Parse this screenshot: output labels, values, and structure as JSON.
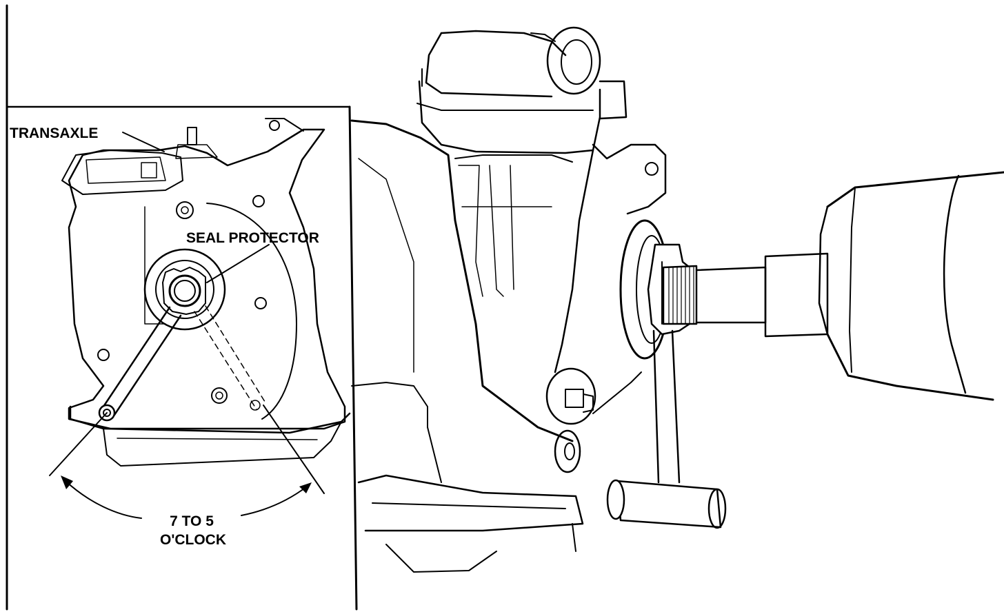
{
  "labels": {
    "transaxle": "TRANSAXLE",
    "seal_protector": "SEAL PROTECTOR",
    "clock_range_line1": "7 TO 5",
    "clock_range_line2": "O'CLOCK"
  }
}
